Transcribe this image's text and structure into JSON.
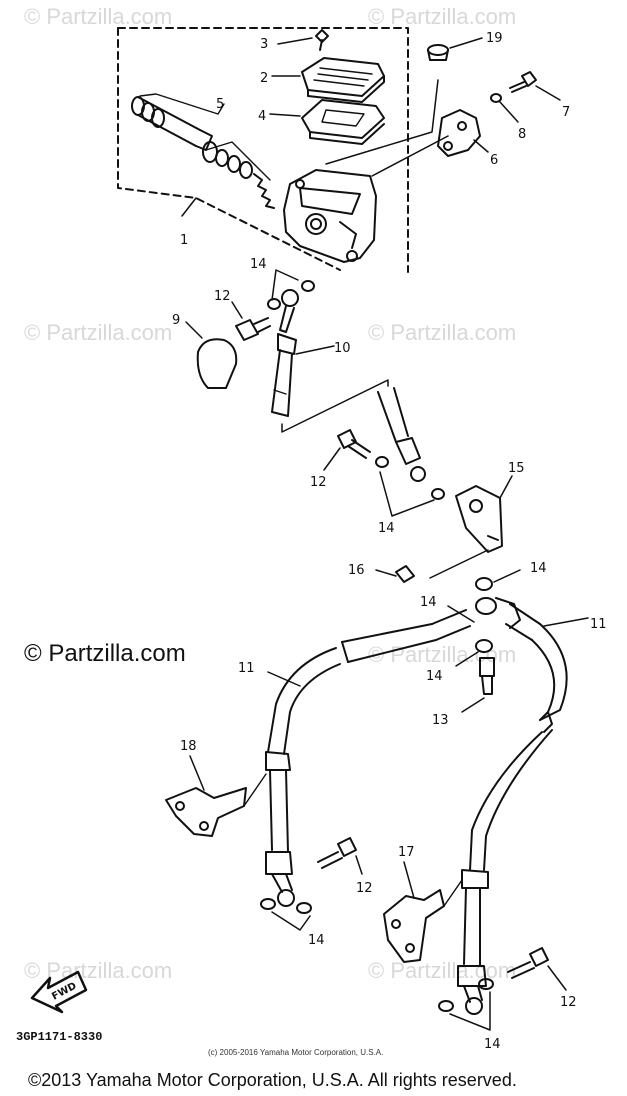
{
  "watermark_text": "© Partzilla.com",
  "brand_text": "© Partzilla.com",
  "part_code": "3GP1171-8330",
  "small_copyright": "(c) 2005-2016 Yamaha Motor Corporation, U.S.A.",
  "footer_copyright": "©2013 Yamaha Motor Corporation, U.S.A. All rights reserved.",
  "direction_arrow_label": "FWD",
  "callouts": {
    "c1": "1",
    "c2": "2",
    "c3": "3",
    "c4": "4",
    "c5": "5",
    "c6": "6",
    "c7": "7",
    "c8": "8",
    "c9": "9",
    "c10": "10",
    "c11a": "11",
    "c11b": "11",
    "c12a": "12",
    "c12b": "12",
    "c12c": "12",
    "c12d": "12",
    "c13": "13",
    "c14a": "14",
    "c14b": "14",
    "c14c": "14",
    "c14d": "14",
    "c14e": "14",
    "c14f": "14",
    "c14g": "14",
    "c15": "15",
    "c16": "16",
    "c17": "17",
    "c18": "18",
    "c19": "19"
  },
  "colors": {
    "line": "#111111",
    "watermark": "#d8d8d8",
    "background": "#ffffff"
  }
}
